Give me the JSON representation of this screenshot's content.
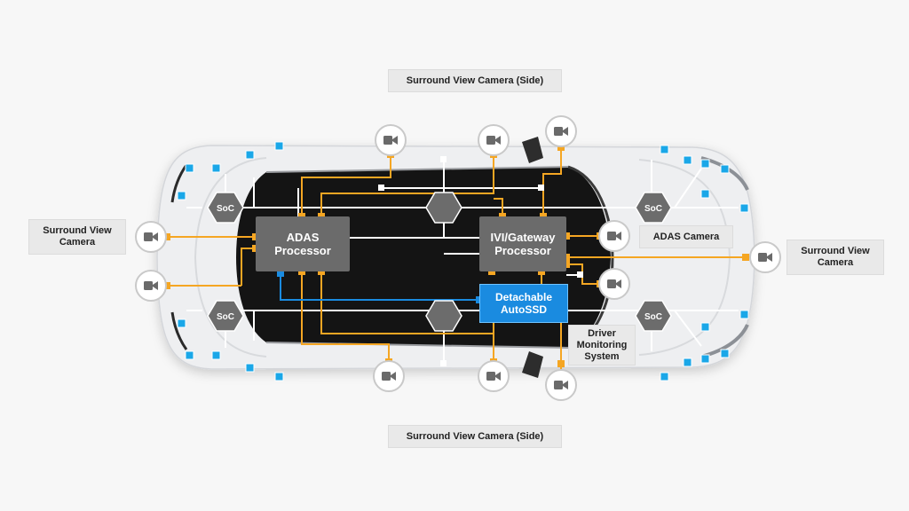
{
  "labels": {
    "side_top": "Surround View Camera (Side)",
    "side_bottom": "Surround View Camera (Side)",
    "left": "Surround View Camera",
    "right": "Surround View Camera",
    "adas_camera": "ADAS Camera",
    "dms": "Driver Monitoring System"
  },
  "processors": {
    "adas": "ADAS Processor",
    "ivi": "IVI/Gateway Processor",
    "ssd": "Detachable AutoSSD"
  },
  "soc_label": "SoC",
  "colors": {
    "bus_orange": "#f5a623",
    "bus_white": "#ffffff",
    "bus_blue": "#1a8be0",
    "sensor_blue": "#1aa7e8",
    "processor_gray": "#6b6b6b",
    "ssd_blue": "#1a8be0",
    "car_body": "#eeeff1",
    "roof_glass": "#141414"
  },
  "icons": {
    "camera": "video-camera-icon",
    "soc": "hexagon-chip-icon",
    "sensor": "square-sensor-icon"
  }
}
